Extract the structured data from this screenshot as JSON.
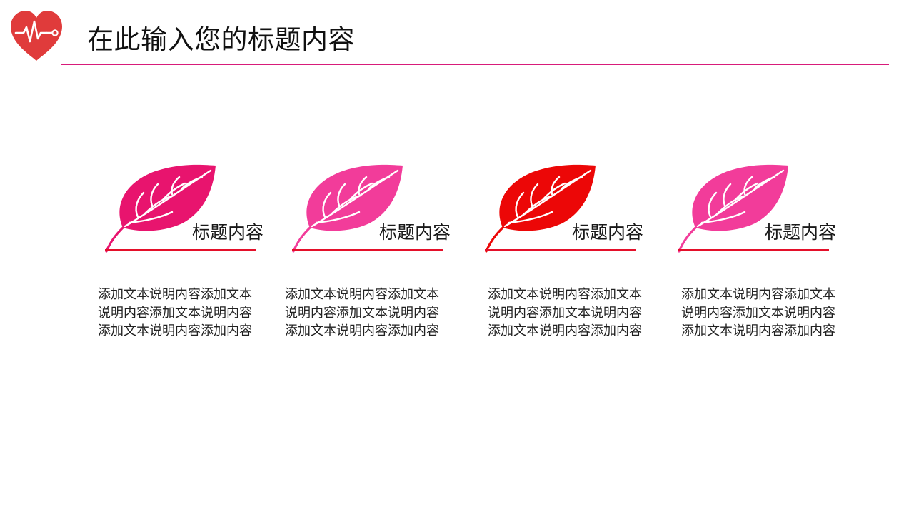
{
  "header": {
    "title": "在此输入您的标题内容",
    "logo_icon": "heart-pulse-icon",
    "rule_color": "#d81b7a"
  },
  "colors": {
    "logo_red": "#e03b3b",
    "underline_red": "#e4102a",
    "text": "#222222"
  },
  "cards": [
    {
      "title": "标题内容",
      "body": "添加文本说明内容添加文本说明内容添加文本说明内容添加文本说明内容添加内容",
      "icon": "leaf-icon",
      "leaf_color": "#e8146e"
    },
    {
      "title": "标题内容",
      "body": "添加文本说明内容添加文本说明内容添加文本说明内容添加文本说明内容添加内容",
      "icon": "leaf-icon",
      "leaf_color": "#f23c9a"
    },
    {
      "title": "标题内容",
      "body": "添加文本说明内容添加文本说明内容添加文本说明内容添加文本说明内容添加内容",
      "icon": "leaf-icon",
      "leaf_color": "#ec0707"
    },
    {
      "title": "标题内容",
      "body": "添加文本说明内容添加文本说明内容添加文本说明内容添加文本说明内容添加内容",
      "icon": "leaf-icon",
      "leaf_color": "#f23c9a"
    }
  ]
}
